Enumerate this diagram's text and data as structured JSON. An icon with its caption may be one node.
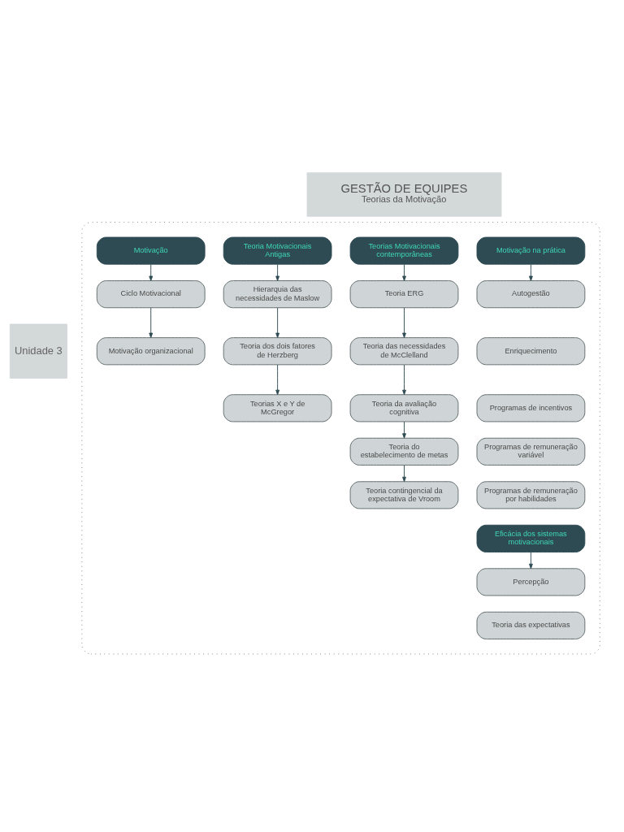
{
  "diagram": {
    "nodes": [
      {
        "text": [],
        "shape": "box"
      },
      {
        "text": [
          "GESTÃO DE EQUIPES",
          "Teorias da Motivação"
        ]
      },
      {
        "text": [
          "Motivação"
        ],
        "in": 0
      },
      {
        "text": [
          "Ciclo Motivacional"
        ],
        "in": 0
      },
      {
        "text": [
          "Motivação organizacional"
        ],
        "in": 0
      },
      {
        "text": [
          "Teoria Motivacionais Antigas"
        ],
        "in": 0
      },
      {
        "text": [
          "Hierarquia das necessidades de Maslow"
        ],
        "in": 0
      },
      {
        "text": [
          "Teoria dos dois fatores de Herzberg"
        ],
        "in": 0
      },
      {
        "text": [
          "Teorias X e Y de McGregor"
        ],
        "in": 0
      },
      {
        "text": [
          "Teorias Motivacionais contemporâneas"
        ],
        "in": 0
      },
      {
        "text": [
          "Teoria ERG"
        ],
        "in": 0
      },
      {
        "text": [
          "Teoria das necessidades de McClelland"
        ],
        "in": 0
      },
      {
        "text": [
          "Teoria da avaliação cognitiva"
        ],
        "in": 0
      },
      {
        "text": [
          "Teoria do estabelecimento de metas"
        ],
        "in": 0
      },
      {
        "text": [
          "Teoria contingencial da expectativa de Vroom"
        ],
        "in": 0
      },
      {
        "text": [
          "Motivação na prática"
        ],
        "in": 0
      },
      {
        "text": [
          "Autogestão"
        ],
        "in": 0
      },
      {
        "text": [
          "Enriquecimento"
        ],
        "in": 0
      },
      {
        "text": [
          "Programas de incentivos"
        ],
        "in": 0
      },
      {
        "text": [
          "Programas de remuneração variável"
        ],
        "in": 0
      },
      {
        "text": [
          "Programas de remuneração por habilidades"
        ],
        "in": 0
      },
      {
        "text": [
          "Eficácia dos sistemas motivacionais"
        ],
        "in": 0
      },
      {
        "text": [
          "Percepção"
        ],
        "in": 0
      },
      {
        "text": [
          "Teoria das expectativas"
        ],
        "in": 0
      }
    ],
    "edges": [
      {
        "from": 2,
        "to": 3,
        "arrow": "to"
      },
      {
        "from": 3,
        "to": 4,
        "arrow": "to"
      },
      {
        "from": 5,
        "to": 6,
        "arrow": "to"
      },
      {
        "from": 6,
        "to": 7,
        "arrow": "to"
      },
      {
        "from": 7,
        "to": 8,
        "arrow": "to"
      },
      {
        "from": 9,
        "to": 10,
        "arrow": "to"
      },
      {
        "from": 10,
        "to": 11,
        "arrow": "to"
      },
      {
        "from": 11,
        "to": 12,
        "arrow": "to"
      },
      {
        "from": 12,
        "to": 13,
        "arrow": "to"
      },
      {
        "from": 13,
        "to": 14,
        "arrow": "to"
      },
      {
        "from": 15,
        "to": 16,
        "arrow": "to"
      },
      {
        "from": 21,
        "to": 22,
        "arrow": "to"
      }
    ],
    "labels": [
      "Unidade 3"
    ]
  }
}
